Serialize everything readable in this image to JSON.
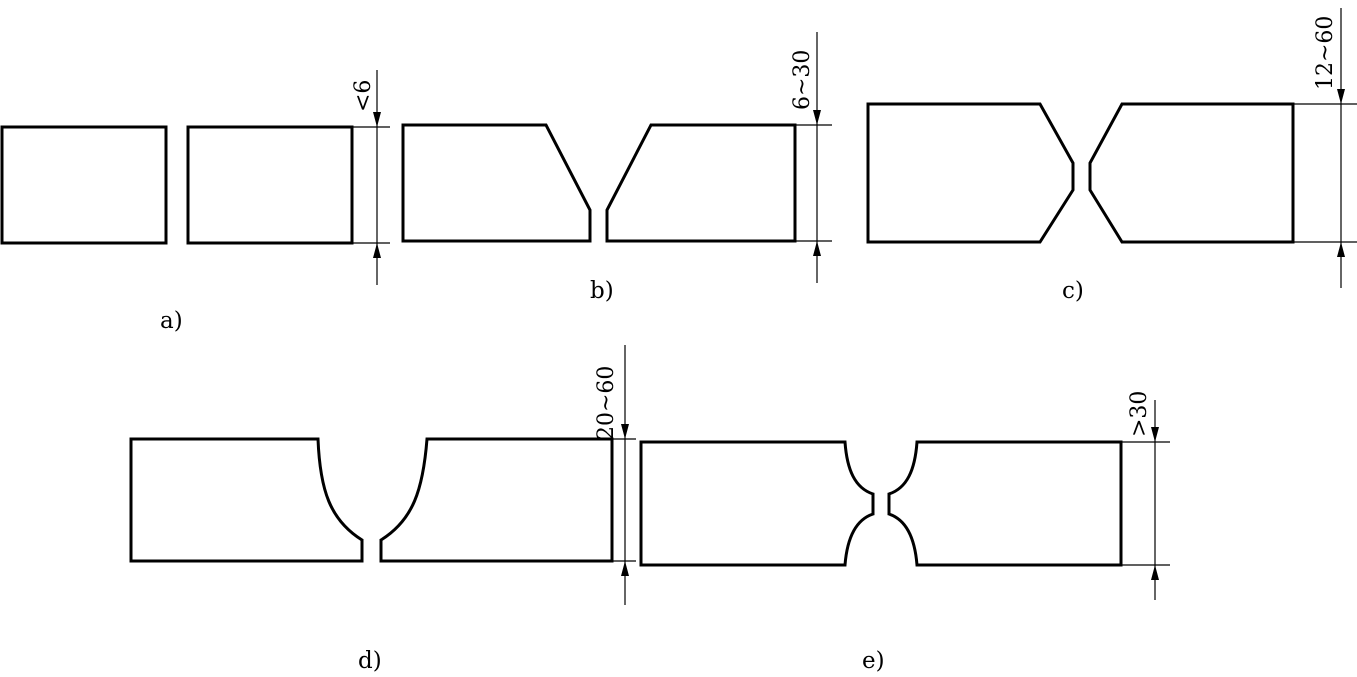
{
  "figure": {
    "panels": [
      {
        "id": "a",
        "caption": "a)",
        "dimension": "<6"
      },
      {
        "id": "b",
        "caption": "b)",
        "dimension": "6~30"
      },
      {
        "id": "c",
        "caption": "c)",
        "dimension": "12~60"
      },
      {
        "id": "d",
        "caption": "d)",
        "dimension": "20~60"
      },
      {
        "id": "e",
        "caption": "e)",
        "dimension": ">30"
      }
    ]
  }
}
